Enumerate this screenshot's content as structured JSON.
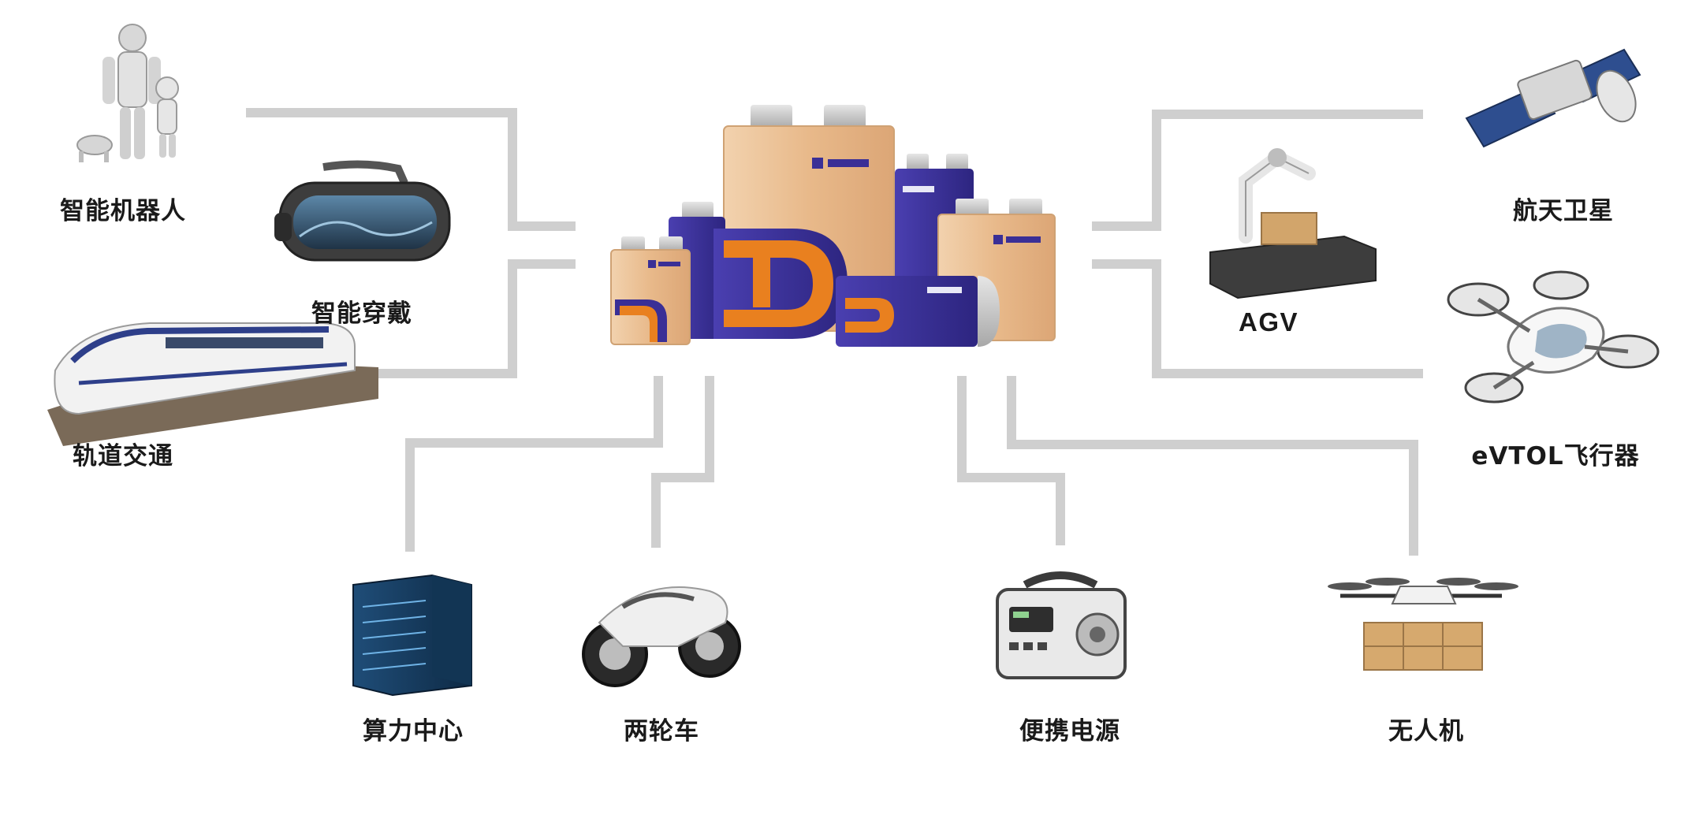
{
  "applications": {
    "robot": "智能机器人",
    "wearable": "智能穿戴",
    "rail": "轨道交通",
    "computing": "算力中心",
    "two_wheeler": "两轮车",
    "portable_power": "便携电源",
    "drone": "无人机",
    "agv": "AGV",
    "satellite": "航天卫星",
    "evtol": "eVTOL飞行器"
  },
  "colors": {
    "connector": "#cfcfcf",
    "battery_beige": "#e8b98a",
    "battery_purple": "#3a2f96",
    "battery_orange": "#e9801f"
  }
}
